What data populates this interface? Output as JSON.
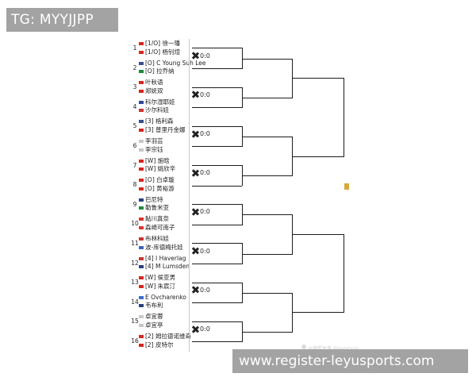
{
  "banner": {
    "text": "TG: MYYJJPP"
  },
  "url": {
    "text": "www.register-leyusports.com"
  },
  "watermark": {
    "text": "@搜狐体育 @sportscn"
  },
  "score_label": "0:0",
  "colors": {
    "banner_bg": "#a3a3a3",
    "line": "#1c1c1c",
    "trophy": "#d8a93d"
  },
  "entries": [
    {
      "seed": "1",
      "top": {
        "flag": "CHN",
        "name": "[1/O] 徐一璠"
      },
      "bottom": {
        "flag": "CHN",
        "name": "[1/O] 杨钊煊"
      }
    },
    {
      "seed": "2",
      "top": {
        "flag": "USA",
        "name": "[O] C Young Suh Lee"
      },
      "bottom": {
        "flag": "ITA",
        "name": "[O] 拉乔纳"
      }
    },
    {
      "seed": "3",
      "top": {
        "flag": "CHN",
        "name": "叶秋语"
      },
      "bottom": {
        "flag": "CHN",
        "name": "郑妩双"
      }
    },
    {
      "seed": "4",
      "top": {
        "flag": "CZE",
        "name": "科尔湿耶娃"
      },
      "bottom": {
        "flag": "RUS",
        "name": "沙尔科娃"
      }
    },
    {
      "seed": "5",
      "top": {
        "flag": "USA",
        "name": "[3] 格利森"
      },
      "bottom": {
        "flag": "CHN",
        "name": "[3] 普里丹金娜"
      }
    },
    {
      "seed": "6",
      "top": {
        "flag": "TPE",
        "name": "李羽芸"
      },
      "bottom": {
        "flag": "TPE",
        "name": "李宗钰"
      }
    },
    {
      "seed": "7",
      "top": {
        "flag": "CHN",
        "name": "[W] 施晗"
      },
      "bottom": {
        "flag": "CHN",
        "name": "[W] 姚欣辛"
      }
    },
    {
      "seed": "8",
      "top": {
        "flag": "CHN",
        "name": "[O] 白卓璇"
      },
      "bottom": {
        "flag": "CHN",
        "name": "[O] 黄裕游"
      }
    },
    {
      "seed": "9",
      "top": {
        "flag": "GBR",
        "name": "巴尼特"
      },
      "bottom": {
        "flag": "ITA",
        "name": "勒鲁米亚"
      }
    },
    {
      "seed": "10",
      "top": {
        "flag": "JPN",
        "name": "鮎川真奈"
      },
      "bottom": {
        "flag": "JPN",
        "name": "森崎可南子"
      }
    },
    {
      "seed": "11",
      "top": {
        "flag": "RUS",
        "name": "布林科娃"
      },
      "bottom": {
        "flag": "SLO",
        "name": "波-库德梅托娃"
      }
    },
    {
      "seed": "12",
      "top": {
        "flag": "NED",
        "name": "[4] I Haverlag"
      },
      "bottom": {
        "flag": "GBR",
        "name": "[4] M Lumsden"
      }
    },
    {
      "seed": "13",
      "top": {
        "flag": "CHN",
        "name": "[W] 侯亚男"
      },
      "bottom": {
        "flag": "CHN",
        "name": "[W] 朱宸汀"
      }
    },
    {
      "seed": "14",
      "top": {
        "flag": "UKR",
        "name": "E Ovcharenko"
      },
      "bottom": {
        "flag": "GBR",
        "name": "韦布利"
      }
    },
    {
      "seed": "15",
      "top": {
        "flag": "TPE",
        "name": "卓宜蓉"
      },
      "bottom": {
        "flag": "TPE",
        "name": "卓宜亭"
      }
    },
    {
      "seed": "16",
      "top": {
        "flag": "CHN",
        "name": "[2] 姆拉德诺维奇"
      },
      "bottom": {
        "flag": "CHN",
        "name": "[2] 皮特尔"
      }
    }
  ]
}
